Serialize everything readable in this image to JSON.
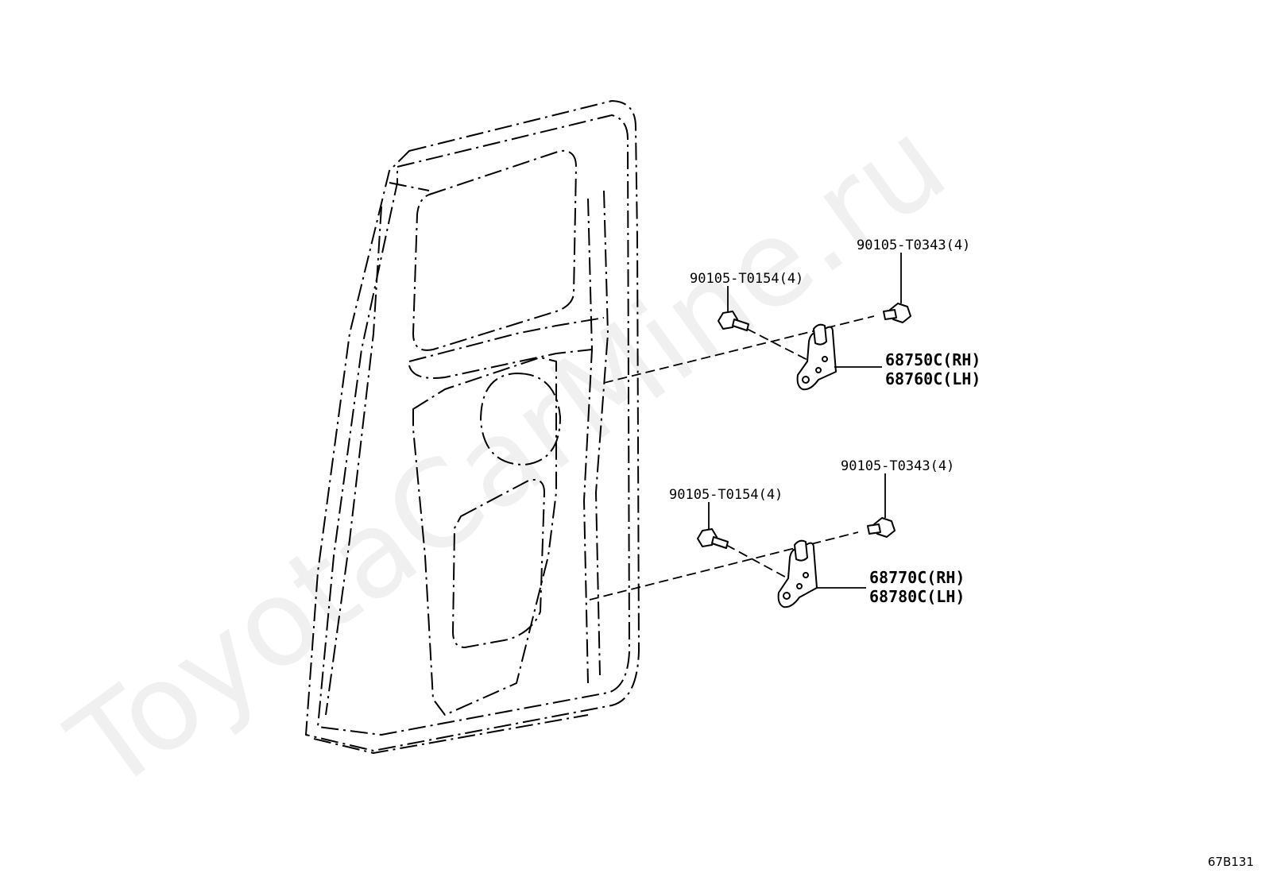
{
  "watermark": "ToyotaCarMine.ru",
  "diagram_code": "67B131",
  "callouts": {
    "upper_bolt_left": "90105-T0154(4)",
    "upper_bolt_right": "90105-T0343(4)",
    "upper_hinge_rh": "68750C(RH)",
    "upper_hinge_lh": "68760C(LH)",
    "lower_bolt_left": "90105-T0154(4)",
    "lower_bolt_right": "90105-T0343(4)",
    "lower_hinge_rh": "68770C(RH)",
    "lower_hinge_lh": "68780C(LH)"
  }
}
